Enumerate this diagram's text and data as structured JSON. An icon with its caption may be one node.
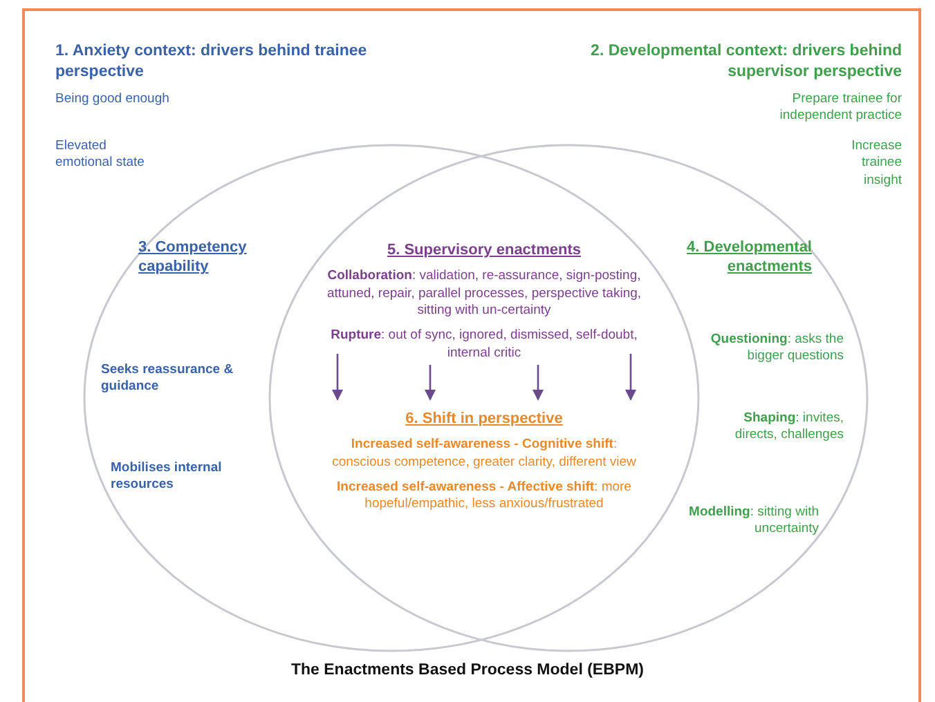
{
  "diagram": {
    "caption": "The Enactments Based Process Model (EBPM)",
    "nodes": [
      {
        "text": [
          "3. Competency capability",
          "Seeks reassurance & guidance",
          "Mobilises internal resources"
        ]
      },
      {
        "text": [
          "4. Developmental enactments",
          "**Questioning**: asks the bigger questions",
          "**Shaping**: invites, directs, challenges",
          "**Modelling**: sitting with uncertainty"
        ]
      },
      {
        "text": [
          "5. Supervisory enactments",
          "**Collaboration**: validation, re-assurance, sign-posting, attuned, repair, parallel processes, perspective taking, sitting with un-certainty",
          "**Rupture**: out of sync, ignored, dismissed, self-doubt, internal critic"
        ]
      },
      {
        "text": [
          "6. Shift in perspective",
          "**Increased self-awareness - Cognitive shift**: conscious competence, greater clarity, different view",
          "**Increased self-awareness - Affective shift**: more hopeful/empathic, less anxious/frustrated"
        ]
      }
    ],
    "edges": [
      {
        "from": 2,
        "to": 3,
        "arrow": "to"
      },
      {
        "from": 2,
        "to": 3,
        "arrow": "to"
      },
      {
        "from": 2,
        "to": 3,
        "arrow": "to"
      },
      {
        "from": 2,
        "to": 3,
        "arrow": "to"
      }
    ],
    "labels": [
      "1. Anxiety context: drivers behind trainee perspective",
      "Being good enough",
      "Elevated emotional state",
      "2. Developmental context: drivers behind supervisor perspective",
      "Prepare trainee for independent practice",
      "Increase trainee insight"
    ]
  }
}
